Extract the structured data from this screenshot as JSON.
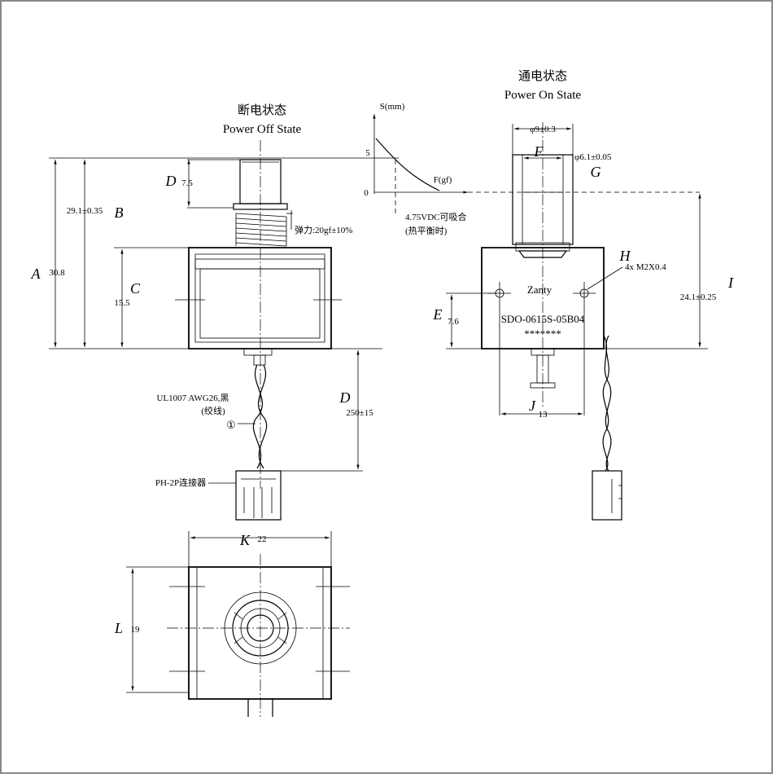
{
  "off_state": {
    "title_cn": "断电状态",
    "title_en": "Power Off State",
    "dim_A": {
      "letter": "A",
      "value": "30.8"
    },
    "dim_B": {
      "letter": "B",
      "value": "29.1±0.35"
    },
    "dim_C": {
      "letter": "C",
      "value": "15.5"
    },
    "dim_D_top": {
      "letter": "D",
      "value": "7.5"
    },
    "spring_force": "弹力:20gf±10%",
    "wire_label_1": "UL1007 AWG26,黑",
    "wire_label_2": "(绞线)",
    "wire_marker": "①",
    "dim_D_lead": {
      "letter": "D",
      "value": "250±15"
    },
    "connector_label": "PH-2P连接器"
  },
  "graph": {
    "y_label": "S(mm)",
    "x_label": "F(gf)",
    "y_tick_5": "5",
    "y_tick_0": "0",
    "note_1": "4.75VDC可吸合",
    "note_2": "(热平衡时)"
  },
  "on_state": {
    "title_cn": "通电状态",
    "title_en": "Power On State",
    "dim_F": {
      "letter": "F",
      "value": "φ9±0.3"
    },
    "dim_G": {
      "letter": "G",
      "value": "φ6.1±0.05"
    },
    "dim_H": {
      "letter": "H",
      "value": "4x M2X0.4"
    },
    "dim_I": {
      "letter": "I",
      "value": "24.1±0.25"
    },
    "dim_E": {
      "letter": "E",
      "value": "7.6"
    },
    "dim_J": {
      "letter": "J",
      "value": "13"
    },
    "brand": "Zanty",
    "part_number": "SDO-0615S-05B04",
    "stars": "*******"
  },
  "bottom_view": {
    "dim_K": {
      "letter": "K",
      "value": "22"
    },
    "dim_L": {
      "letter": "L",
      "value": "19"
    }
  }
}
